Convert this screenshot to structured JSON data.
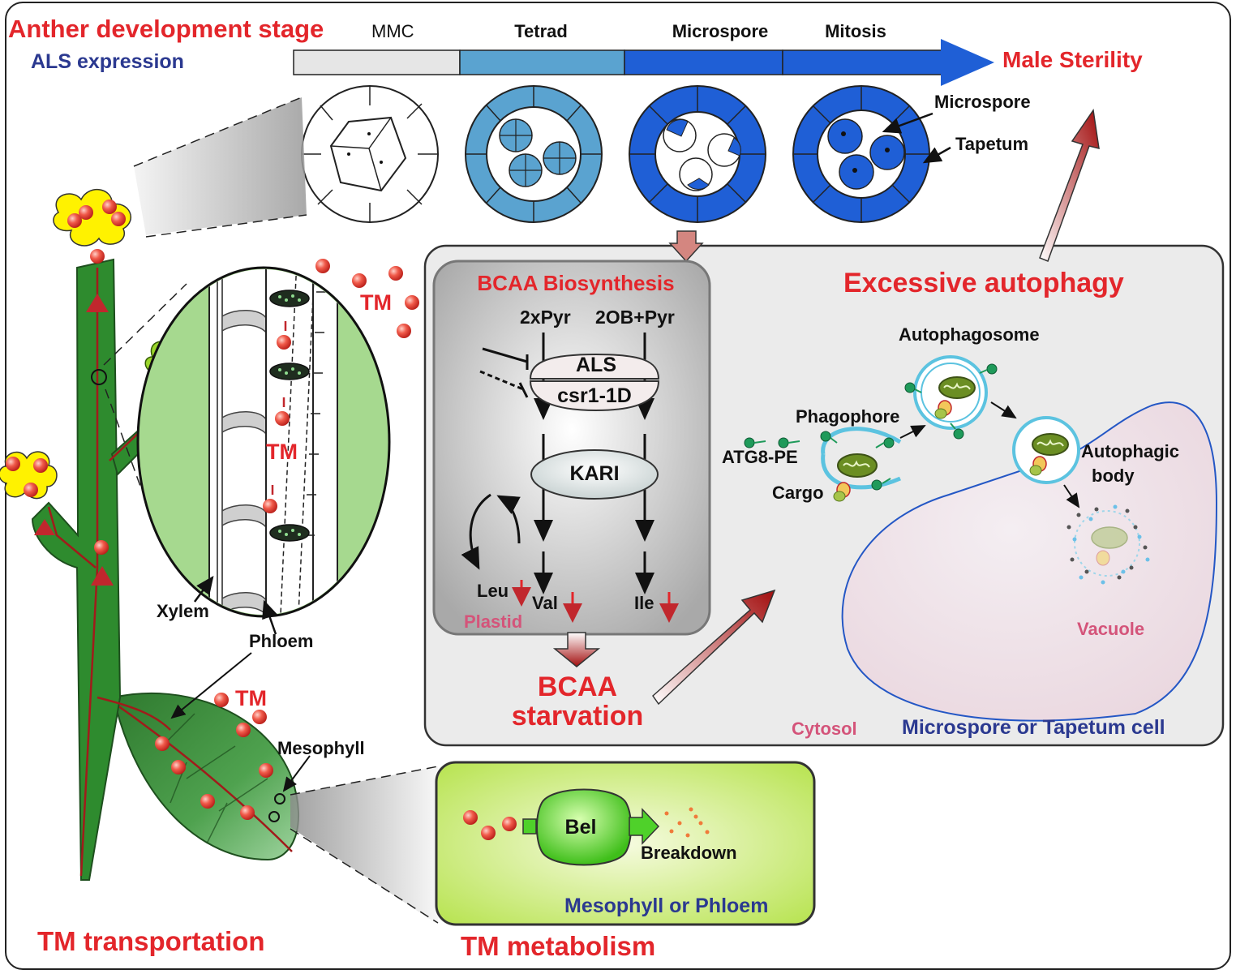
{
  "header": {
    "anther_stage_title": "Anther development stage",
    "als_expression": "ALS expression",
    "stages": [
      "MMC",
      "Tetrad",
      "Microspore",
      "Mitosis"
    ],
    "outcome": "Male Sterility",
    "cell_labels": {
      "microspore": "Microspore",
      "tapetum": "Tapetum"
    }
  },
  "plant": {
    "tm_labels": [
      "TM",
      "TM",
      "TM"
    ],
    "xylem": "Xylem",
    "phloem": "Phloem",
    "mesophyll": "Mesophyll",
    "transport_title": "TM transportation"
  },
  "plastid": {
    "title": "BCAA Biosynthesis",
    "substrate_left": "2xPyr",
    "substrate_right": "2OB+Pyr",
    "enzyme_als": "ALS",
    "enzyme_mutant": "csr1-1D",
    "enzyme_kari": "KARI",
    "leu": "Leu",
    "val": "Val",
    "ile": "Ile",
    "compartment": "Plastid"
  },
  "starvation": {
    "line1": "BCAA",
    "line2": "starvation"
  },
  "autophagy": {
    "title": "Excessive autophagy",
    "autophagosome": "Autophagosome",
    "phagophore": "Phagophore",
    "atg8": "ATG8-PE",
    "cargo": "Cargo",
    "autophagic_body_1": "Autophagic",
    "autophagic_body_2": "body",
    "vacuole": "Vacuole",
    "cytosol": "Cytosol",
    "cell_type": "Microspore or Tapetum cell"
  },
  "metabolism": {
    "enzyme": "Bel",
    "breakdown": "Breakdown",
    "location": "Mesophyll or Phloem",
    "title": "TM metabolism"
  },
  "colors": {
    "red_text": "#e3262b",
    "navy_text": "#2b3990",
    "mmc_grey": "#e6e6e6",
    "tetrad_blue": "#5aa3d0",
    "microspore_blue": "#1f5fd6",
    "stem_green": "#2e8b2e",
    "lime_box": "#c6ea6a"
  }
}
